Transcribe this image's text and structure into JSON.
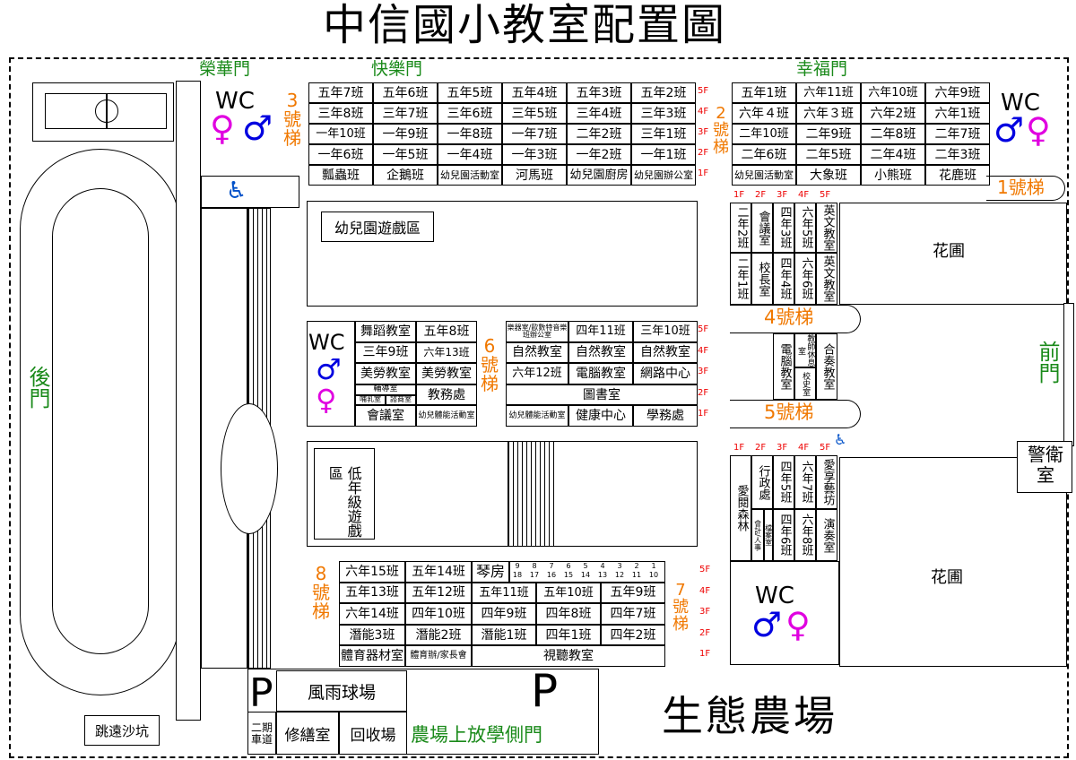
{
  "title": "中信國小教室配置圖",
  "gates": {
    "ronghua": "榮華門",
    "kuaile": "快樂門",
    "xingfu": "幸福門",
    "back": "後門",
    "front": "前門",
    "farm_side": "農場上放學側門"
  },
  "stairs": {
    "s1": "1號梯",
    "s2": "2號梯",
    "s3": "3號梯",
    "s4": "4號梯",
    "s5": "5號梯",
    "s6": "6號梯",
    "s7": "7號梯",
    "s8": "8號梯"
  },
  "floors": [
    "5F",
    "4F",
    "3F",
    "2F",
    "1F"
  ],
  "floors_up": [
    "1F",
    "2F",
    "3F",
    "4F",
    "5F"
  ],
  "wc": "WC",
  "male": "♂",
  "female": "♀",
  "accessible": "♿",
  "north_left": {
    "rows": [
      [
        "五年7班",
        "五年6班",
        "五年5班",
        "五年4班",
        "五年3班",
        "五年2班"
      ],
      [
        "三年8班",
        "三年7班",
        "三年6班",
        "三年5班",
        "三年4班",
        "三年3班"
      ],
      [
        "一年10班",
        "一年9班",
        "一年8班",
        "一年7班",
        "二年2班",
        "三年1班"
      ],
      [
        "一年6班",
        "一年5班",
        "一年4班",
        "一年3班",
        "一年2班",
        "一年1班"
      ],
      [
        "瓢蟲班",
        "企鵝班",
        "幼兒園活動室",
        "河馬班",
        "幼兒園廚房",
        "幼兒園辦公室"
      ]
    ]
  },
  "north_right": {
    "rows": [
      [
        "五年1班",
        "六年11班",
        "六年10班",
        "六年9班"
      ],
      [
        "六年４班",
        "六年３班",
        "六年2班",
        "六年1班"
      ],
      [
        "二年10班",
        "二年9班",
        "二年8班",
        "二年7班"
      ],
      [
        "二年6班",
        "二年5班",
        "二年4班",
        "二年3班"
      ],
      [
        "幼兒園活動室",
        "大象班",
        "小熊班",
        "花鹿班"
      ]
    ]
  },
  "east_upper": {
    "top": [
      "二年2班",
      "會議室",
      "四年3班",
      "六年5班",
      "英文教室"
    ],
    "bottom": [
      "二年1班",
      "校長室",
      "四年4班",
      "六年6班",
      "英文教室"
    ]
  },
  "east_mid": [
    "電腦教室",
    "教師休息室",
    "校史室",
    "合奏教室"
  ],
  "east_lower": {
    "top": [
      "愛閱森林",
      "行政處",
      "四年5班",
      "六年7班",
      "愛享藝坊"
    ],
    "bottom": [
      "會計/人事",
      "檔案室",
      "四年6班",
      "六年8班",
      "演奏室"
    ]
  },
  "kindergarten_play": "幼兒園遊戲區",
  "low_grade_play": "低年級遊戲區",
  "center": {
    "rows": [
      [
        "舞蹈教室",
        "五年8班",
        "樂器室/歐數特音樂班辦公室",
        "四年11班",
        "三年10班"
      ],
      [
        "三年9班",
        "六年13班",
        "自然教室",
        "自然教室",
        "自然教室"
      ],
      [
        "美勞教室",
        "美勞教室",
        "六年12班",
        "電腦教室",
        "網路中心"
      ],
      [
        "輔導室",
        "哺乳室",
        "諮商室",
        "教務處",
        "圖書室"
      ],
      [
        "會議室",
        "幼兒體能活動室",
        "幼兒體能活動室",
        "健康中心",
        "學務處"
      ]
    ]
  },
  "south": {
    "rows": [
      [
        "六年15班",
        "五年14班",
        "琴房"
      ],
      [
        "五年13班",
        "五年12班",
        "五年11班",
        "五年10班",
        "五年9班"
      ],
      [
        "六年14班",
        "四年10班",
        "四年9班",
        "四年8班",
        "四年7班"
      ],
      [
        "潛能3班",
        "潛能2班",
        "潛能1班",
        "四年1班",
        "四年2班"
      ],
      [
        "體育器材室",
        "體育辦/家長會",
        "視聽教室"
      ]
    ],
    "piano_top": [
      "9",
      "8",
      "7",
      "6",
      "5",
      "4",
      "3",
      "2",
      "1"
    ],
    "piano_bottom": [
      "18",
      "17",
      "16",
      "15",
      "14",
      "13",
      "12",
      "11",
      "10"
    ]
  },
  "garden": "花圃",
  "guard": "警衛室",
  "long_jump": "跳遠沙坑",
  "parking": "P",
  "rain_court": "風雨球場",
  "repair": "修繕室",
  "recycle": "回收場",
  "phase2_lane": "二期車道",
  "eco_farm": "生態農場"
}
